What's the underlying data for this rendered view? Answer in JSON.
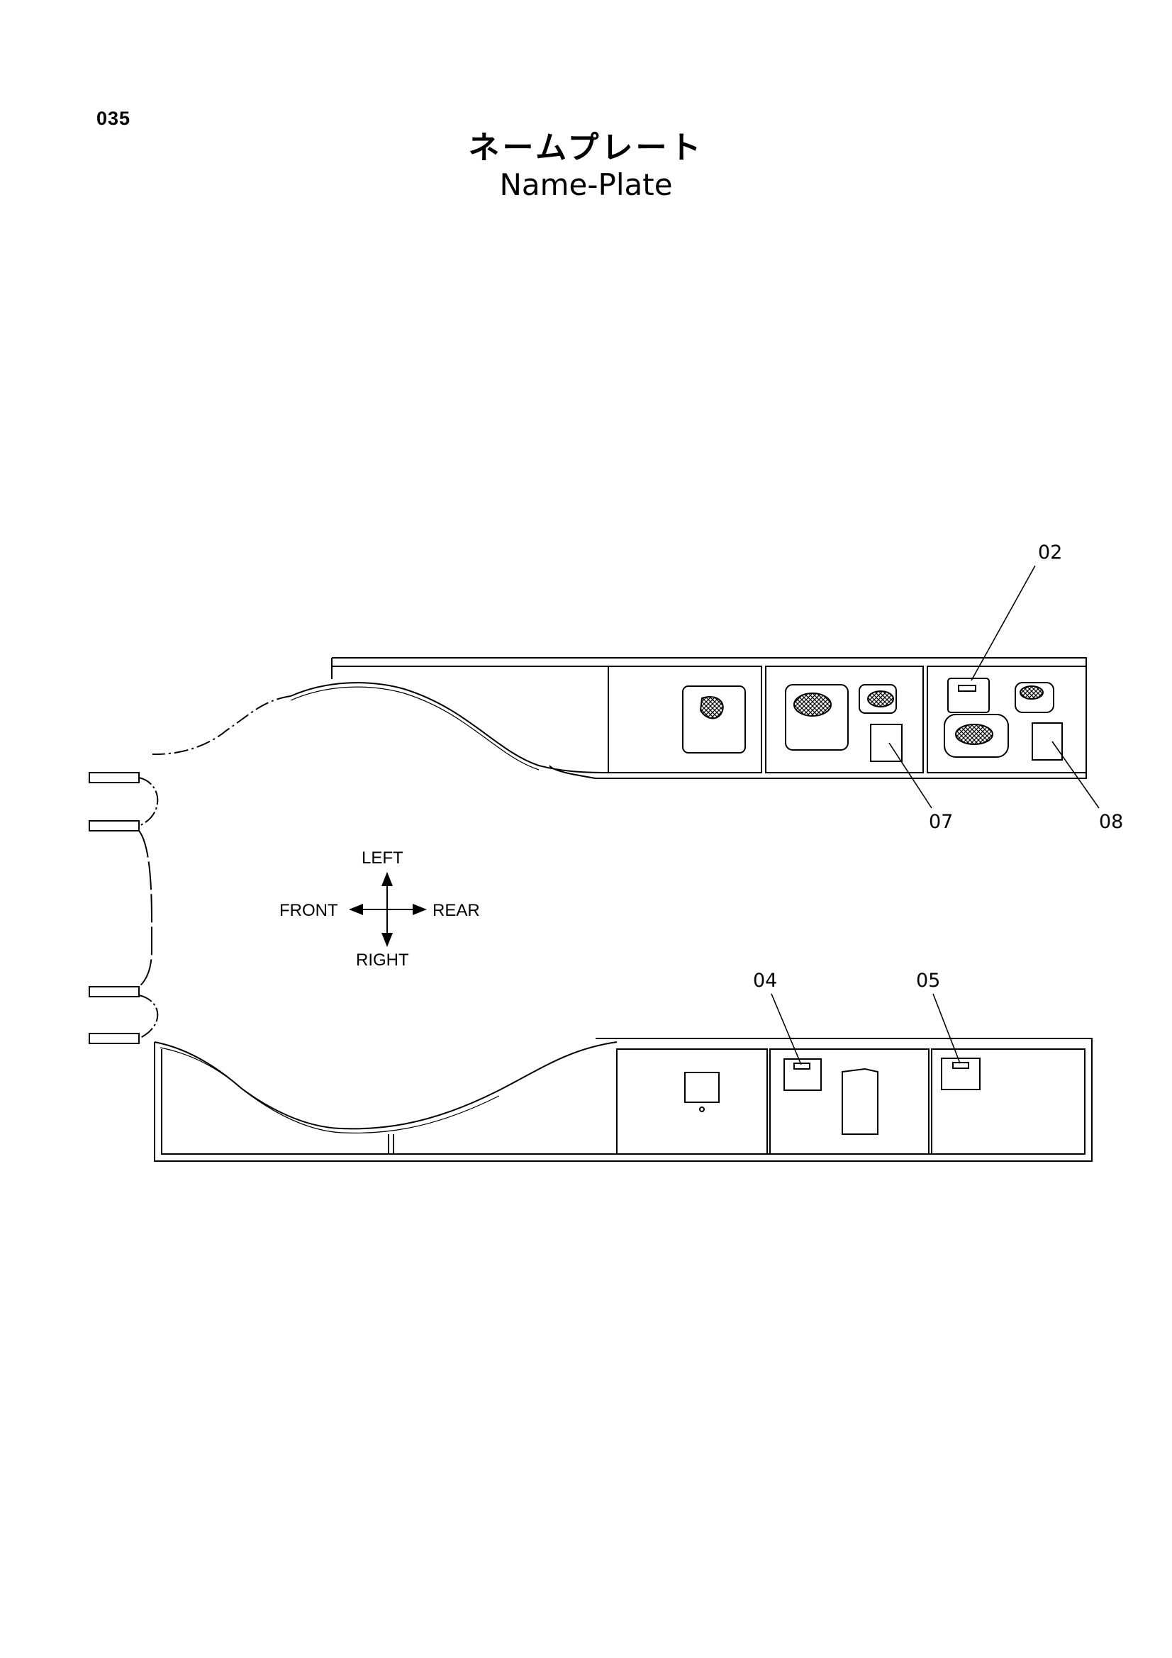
{
  "page_number": "035",
  "title_jp": "ネームプレート",
  "title_en": "Name-Plate",
  "directions": {
    "left": "LEFT",
    "right": "RIGHT",
    "front": "FRONT",
    "rear": "REAR"
  },
  "callouts": {
    "c02": "02",
    "c07": "07",
    "c08": "08",
    "c04": "04",
    "c05": "05"
  }
}
